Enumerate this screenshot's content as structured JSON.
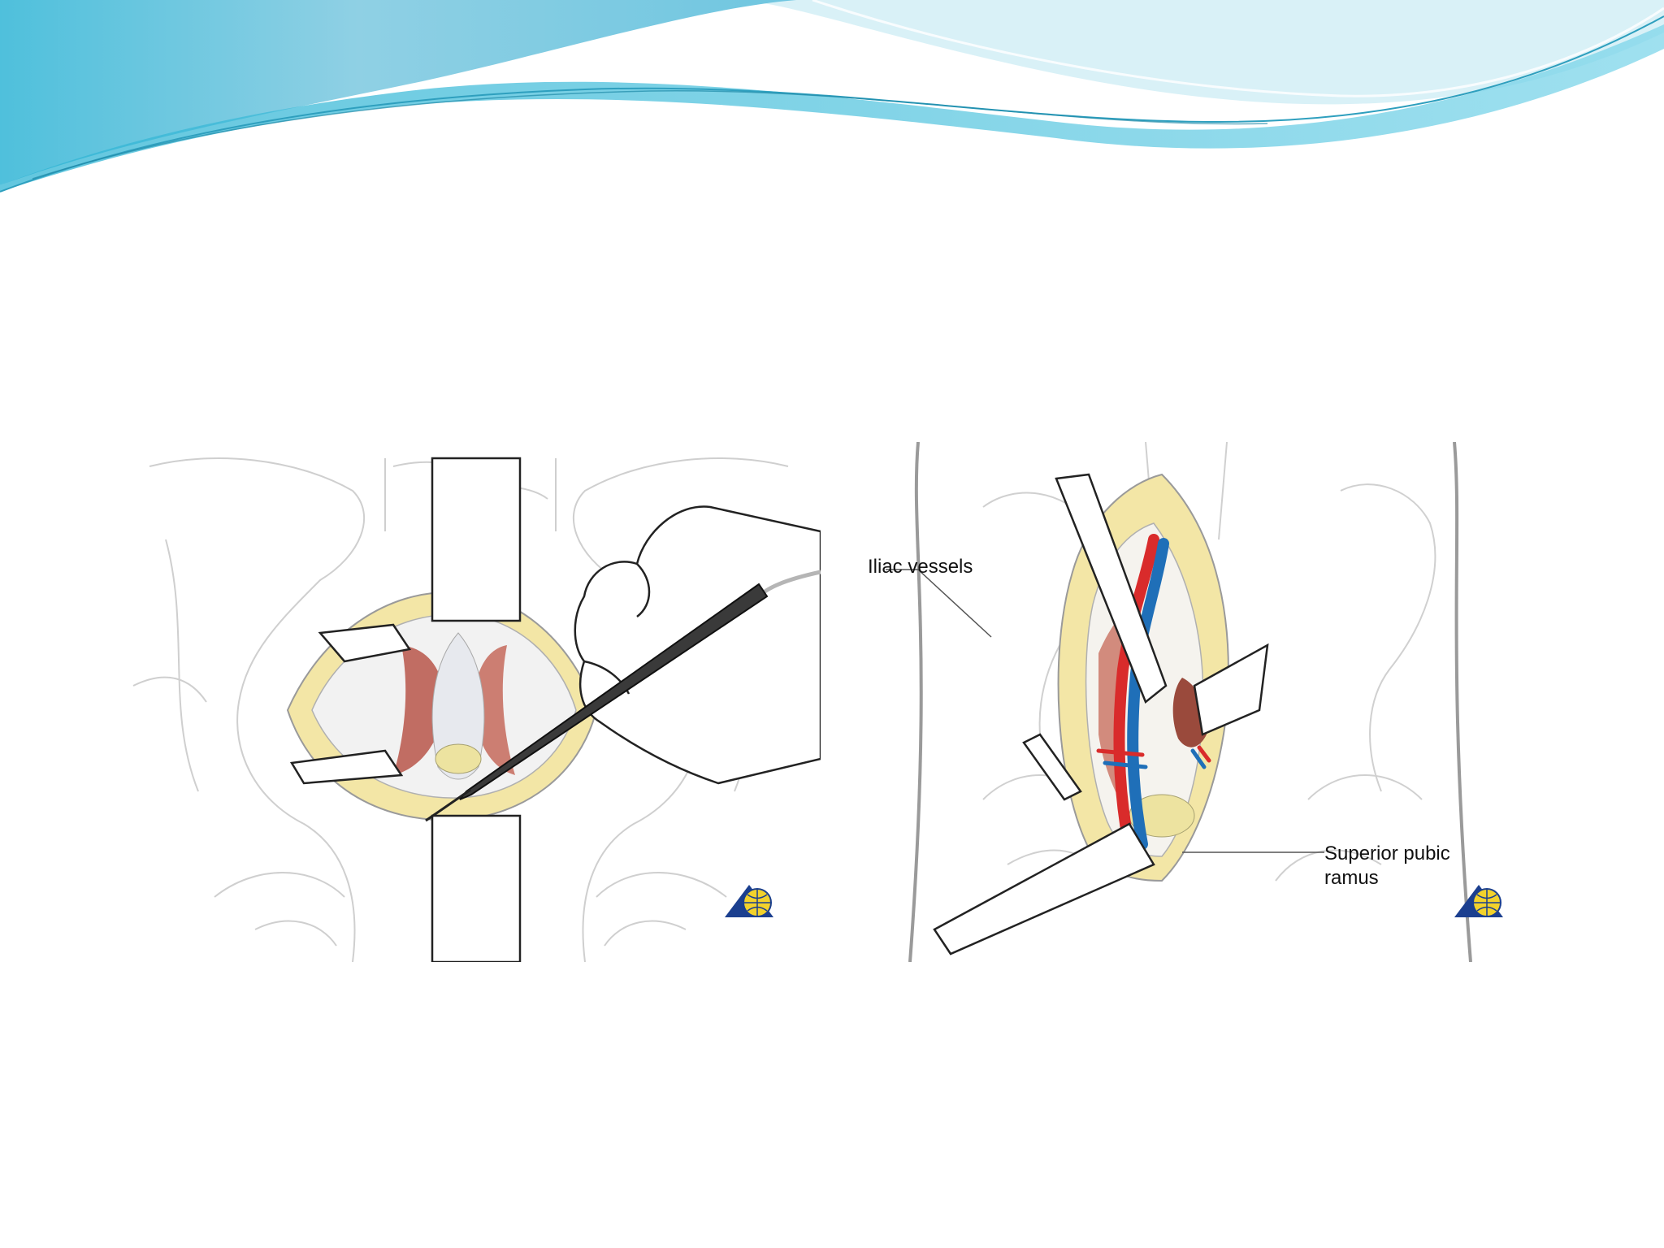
{
  "slide": {
    "theme_colors": {
      "wave_light": "#8fd3e6",
      "wave_mid": "#5ec3db",
      "wave_dark": "#3aa9c7",
      "background": "#ffffff"
    }
  },
  "figures": [
    {
      "id": "left-illustration",
      "icons": [
        "pelvis-outline",
        "retractor",
        "gloved-hand",
        "electrocautery-pen",
        "logo"
      ],
      "labels": []
    },
    {
      "id": "right-illustration",
      "icons": [
        "pelvis-outline",
        "retractor",
        "iliac-artery",
        "iliac-vein",
        "bladder",
        "logo"
      ],
      "labels": [
        "Iliac vessels",
        "Superior pubic",
        "ramus"
      ]
    }
  ],
  "colors": {
    "artery": "#d92b2b",
    "vein": "#1f6fb8",
    "muscle": "#b9564a",
    "fat": "#f3e6a6",
    "logo_blue": "#1b3f8f",
    "logo_yellow": "#f2d22c",
    "outline": "#c8c8c8",
    "ink": "#222222"
  }
}
